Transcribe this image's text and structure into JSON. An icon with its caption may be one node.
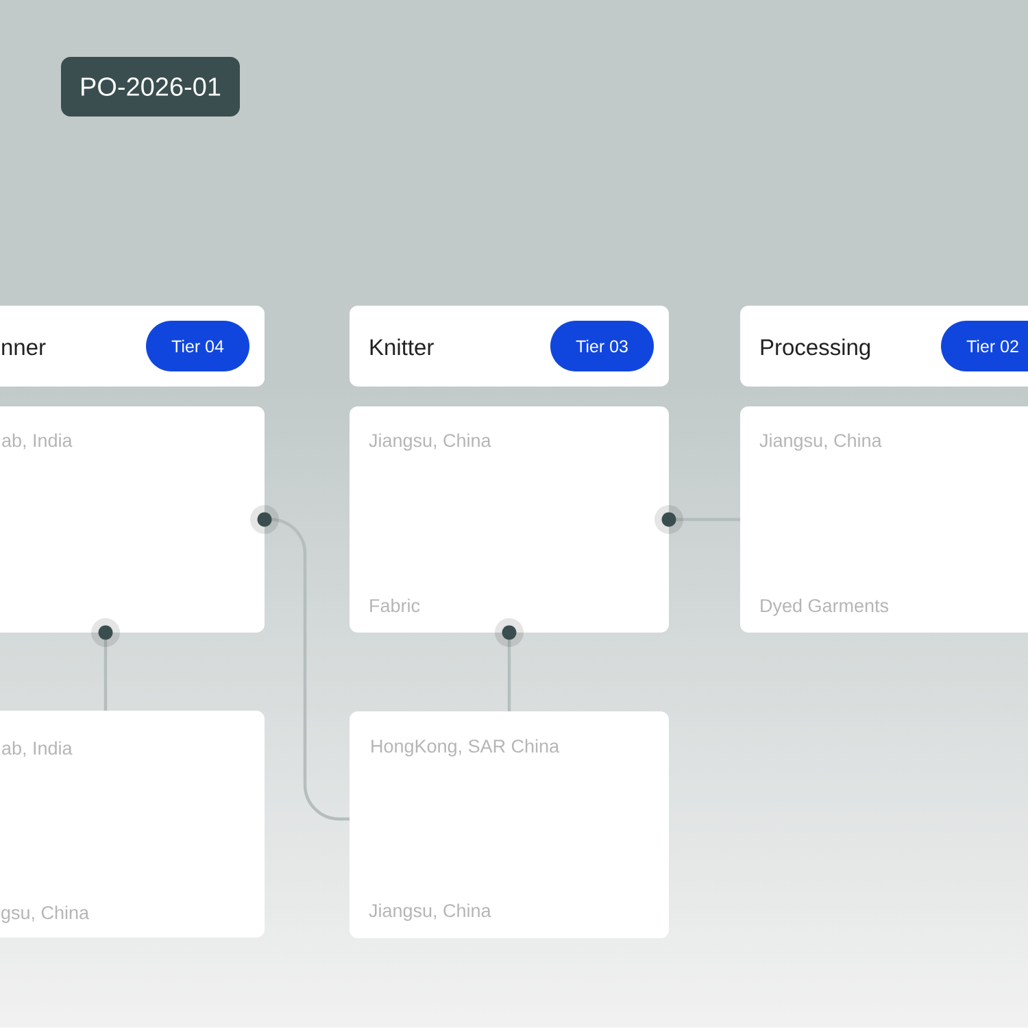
{
  "diagram": {
    "nodes": [
      {
        "text": [
          "PO-2026-01"
        ]
      },
      {
        "text": [
          "nner"
        ]
      },
      {
        "text": [
          "Tier 04"
        ],
        "in": 1
      },
      {
        "text": [
          "Knitter"
        ]
      },
      {
        "text": [
          "Tier 03"
        ],
        "in": 3
      },
      {
        "text": [
          "Processing"
        ]
      },
      {
        "text": [
          "Tier 02"
        ],
        "in": 5
      },
      {
        "text": [
          "ab, India"
        ]
      },
      {
        "text": [
          "Jiangsu, China",
          "Fabric"
        ]
      },
      {
        "text": [
          "Jiangsu, China",
          "Dyed Garments"
        ]
      },
      {
        "text": [
          "ab, India",
          "gsu, China"
        ]
      },
      {
        "text": [
          "HongKong, SAR China",
          "Jiangsu, China"
        ]
      }
    ],
    "edges": [
      {
        "from": 7,
        "to": 11,
        "arrow": "other"
      },
      {
        "from": 8,
        "to": 9,
        "arrow": "other"
      },
      {
        "from": 7,
        "to": 10,
        "arrow": "other"
      },
      {
        "from": 8,
        "to": 11,
        "arrow": "other"
      }
    ]
  }
}
